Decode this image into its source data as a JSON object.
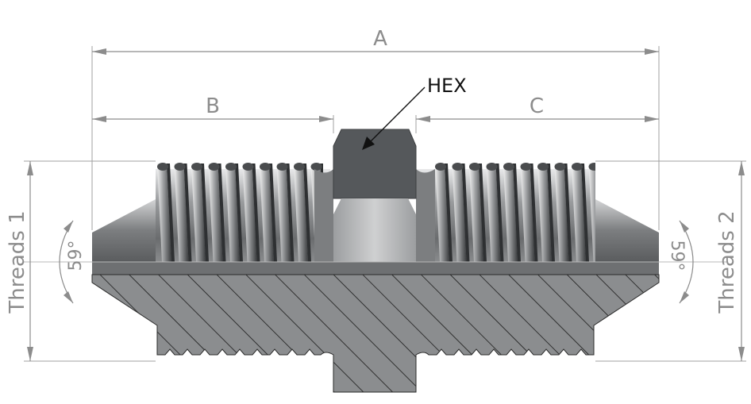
{
  "labels": {
    "dim_a": "A",
    "dim_b": "B",
    "dim_c": "C",
    "hex": "HEX",
    "threads_1": "Threads 1",
    "threads_2": "Threads 2",
    "angle_left": "59°",
    "angle_right": "59°"
  },
  "colors": {
    "body_dark": "#5c5e60",
    "body_light": "#c4c6c8",
    "hex_face": "#55585b",
    "section_fill": "#8b8d8f",
    "hatch": "#1a1a1a",
    "dimension": "#8c8c8c"
  }
}
